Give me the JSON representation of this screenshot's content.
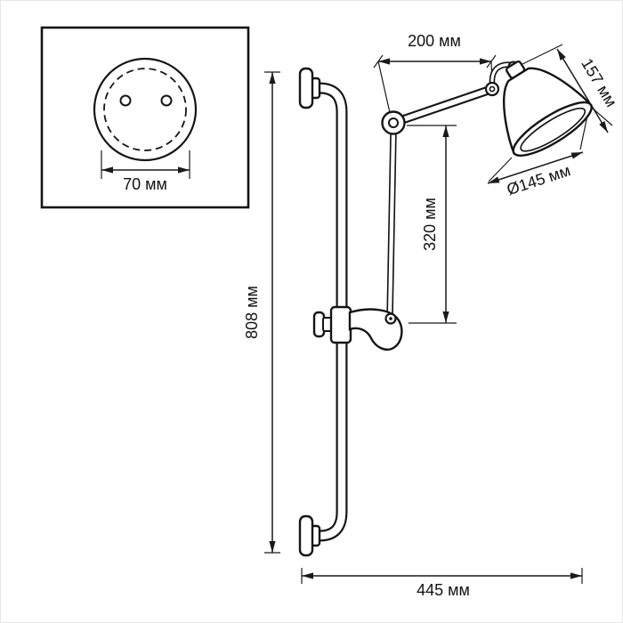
{
  "colors": {
    "line": "#1a1a1a",
    "background": "#ffffff"
  },
  "inset": {
    "dimension_label": "70 мм"
  },
  "dimensions": {
    "arm_length": "200 мм",
    "shade_height": "157 мм",
    "shade_diameter": "Ø145 мм",
    "drop_length": "320 мм",
    "rail_height": "808 мм",
    "overall_width": "445 мм"
  }
}
